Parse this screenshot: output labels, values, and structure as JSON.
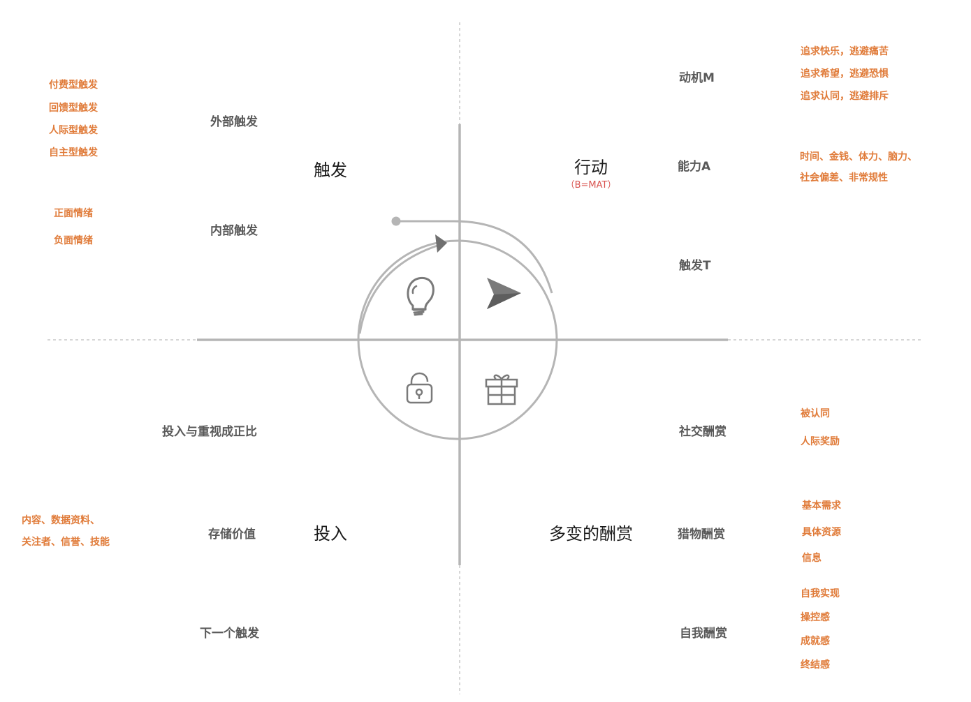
{
  "colors": {
    "axis": "#b5b5b5",
    "dashed": "#c8c8c8",
    "icon": "#7a7a7a",
    "orange": "#e07b39",
    "formula": "#d9534f",
    "label": "#595959",
    "title": "#1a1a1a"
  },
  "icons": [
    "lightbulb-icon",
    "send-icon",
    "lock-icon",
    "gift-icon",
    "cycle-arrow-icon"
  ],
  "trigger": {
    "title": "触发",
    "external": {
      "label": "外部触发",
      "items": [
        "付费型触发",
        "回馈型触发",
        "人际型触发",
        "自主型触发"
      ]
    },
    "internal": {
      "label": "内部触发",
      "items": [
        "正面情绪",
        "负面情绪"
      ]
    }
  },
  "action": {
    "title": "行动",
    "formula": "（B=MAT）",
    "motivation": {
      "label": "动机M",
      "items": [
        "追求快乐，逃避痛苦",
        "追求希望，逃避恐惧",
        "追求认同，逃避排斥"
      ]
    },
    "ability": {
      "label": "能力A",
      "items": [
        "时间、金钱、体力、脑力、",
        "社会偏差、非常规性"
      ]
    },
    "trigger_t": {
      "label": "触发T"
    }
  },
  "investment": {
    "title": "投入",
    "proportional": {
      "label": "投入与重视成正比"
    },
    "stored_value": {
      "label": "存储价值",
      "items": [
        "内容、数据资料、",
        "关注者、信誉、技能"
      ]
    },
    "next_trigger": {
      "label": "下一个触发"
    }
  },
  "reward": {
    "title": "多变的酬赏",
    "social": {
      "label": "社交酬赏",
      "items": [
        "被认同",
        "人际奖励"
      ]
    },
    "hunt": {
      "label": "猎物酬赏",
      "items": [
        "基本需求",
        "具体资源",
        "信息"
      ]
    },
    "self": {
      "label": "自我酬赏",
      "items": [
        "自我实现",
        "操控感",
        "成就感",
        "终结感"
      ]
    }
  }
}
